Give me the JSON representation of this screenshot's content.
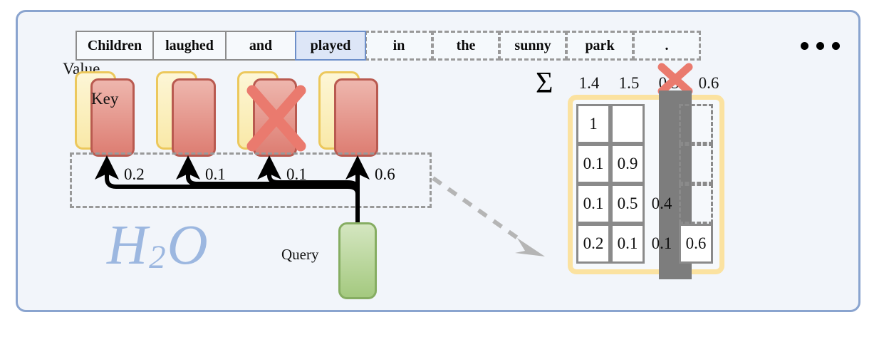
{
  "figure": {
    "title": "H2O heavy-hitter attention eviction diagram",
    "logo": {
      "main": "H",
      "sub": "2",
      "tail": "O"
    }
  },
  "colors": {
    "frame_border": "#8aa4cf",
    "frame_bg": "#f2f5fa",
    "key_fill": "#dd7d72",
    "key_border": "#b95a50",
    "value_fill": "#f9e9a8",
    "value_border": "#ecc85c",
    "query_fill": "#a4c97f",
    "query_border": "#86ad62",
    "selected_token_bg": "#dde6f7",
    "selected_token_border": "#6d8fc9",
    "mask_column": "#7d7d7d",
    "evict_x": "#ea7a6e",
    "logo_blue": "#9cb7e0"
  },
  "sentence": {
    "tokens": [
      {
        "text": "Children",
        "state": "solid",
        "width": 110
      },
      {
        "text": "laughed",
        "state": "solid",
        "width": 104
      },
      {
        "text": "and",
        "state": "solid",
        "width": 100
      },
      {
        "text": "played",
        "state": "selected",
        "width": 100
      },
      {
        "text": "in",
        "state": "dashed",
        "width": 96
      },
      {
        "text": "the",
        "state": "dashed",
        "width": 96
      },
      {
        "text": "sunny",
        "state": "dashed",
        "width": 96
      },
      {
        "text": "park",
        "state": "dashed",
        "width": 96
      },
      {
        "text": ".",
        "state": "dashed",
        "width": 96
      }
    ],
    "ellipsis": "• • •"
  },
  "labels": {
    "value": "Value",
    "key": "Key",
    "query": "Query",
    "sigma": "Σ"
  },
  "attention": {
    "weights": [
      "0.2",
      "0.1",
      "0.1",
      "0.6"
    ],
    "evicted_index": 2
  },
  "matrix": {
    "column_sums": [
      "1.4",
      "1.5",
      "0.5",
      "0.6"
    ],
    "evicted_column": 2,
    "rows": [
      [
        "1",
        "",
        "",
        ""
      ],
      [
        "0.1",
        "0.9",
        "",
        ""
      ],
      [
        "0.1",
        "0.5",
        "0.4",
        ""
      ],
      [
        "0.2",
        "0.1",
        "0.1",
        "0.6"
      ]
    ]
  }
}
